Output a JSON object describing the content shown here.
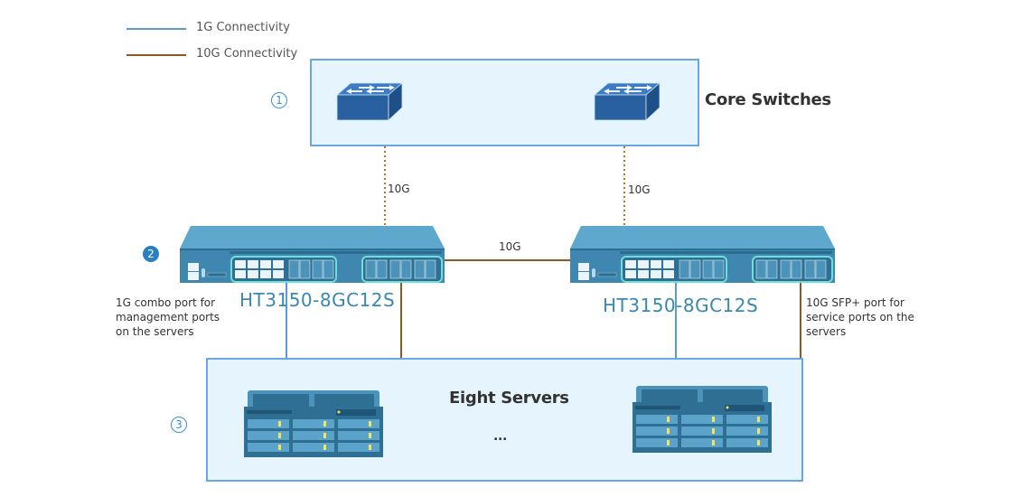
{
  "legend": [
    {
      "label": "1G Connectivity",
      "color": "#5b9bd5"
    },
    {
      "label": "10G Connectivity",
      "color": "#8b5a1e"
    }
  ],
  "colors": {
    "zone_fill": "#e6f5fd",
    "zone_border": "#6aa6e0",
    "switch_blue": "#2e6aa8",
    "access_switch": "#5aa5c8",
    "server_blue": "#2f6f93",
    "link_1g": "#5b9bd5",
    "link_10g": "#8b5a1e"
  },
  "zones": {
    "core": {
      "step": "1",
      "title": "Core Switches"
    },
    "access": {
      "step": "2"
    },
    "servers": {
      "step": "3",
      "title": "Eight Servers",
      "ellipsis": "..."
    }
  },
  "links": {
    "core_left_label": "10G",
    "core_right_label": "10G",
    "inter_switch_label": "10G"
  },
  "access_switches": [
    {
      "model": "HT3150-8GC12S"
    },
    {
      "model": "HT3150-8GC12S"
    }
  ],
  "notes": {
    "left": [
      "1G combo port for",
      "management ports",
      "on the servers"
    ],
    "right": [
      "10G SFP+ port for",
      "service ports on the",
      "servers"
    ]
  }
}
